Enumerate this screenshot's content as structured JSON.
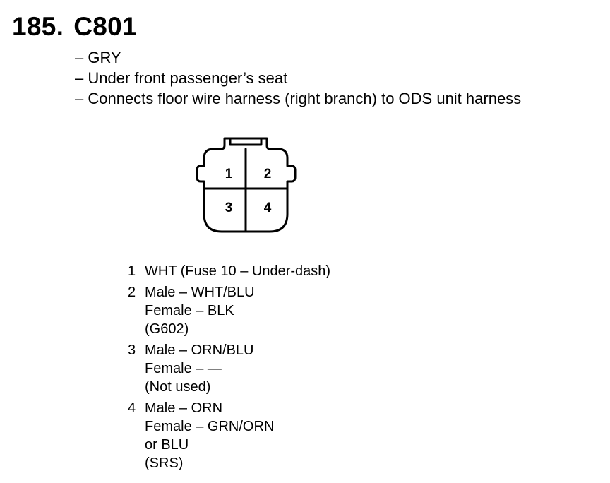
{
  "header": {
    "number": "185.",
    "connector_id": "C801"
  },
  "info": {
    "color": "– GRY",
    "location": "– Under front passenger’s seat",
    "connects": "– Connects floor wire harness (right branch) to ODS unit harness"
  },
  "diagram": {
    "cells": [
      "1",
      "2",
      "3",
      "4"
    ]
  },
  "pins": [
    {
      "num": "1",
      "lines": [
        "WHT (Fuse 10 – Under-dash)"
      ]
    },
    {
      "num": "2",
      "lines": [
        "Male – WHT/BLU",
        "Female – BLK",
        "(G602)"
      ]
    },
    {
      "num": "3",
      "lines": [
        "Male – ORN/BLU",
        "Female – —",
        "(Not used)"
      ]
    },
    {
      "num": "4",
      "lines": [
        "Male – ORN",
        "Female – GRN/ORN",
        "or BLU",
        "(SRS)"
      ]
    }
  ]
}
